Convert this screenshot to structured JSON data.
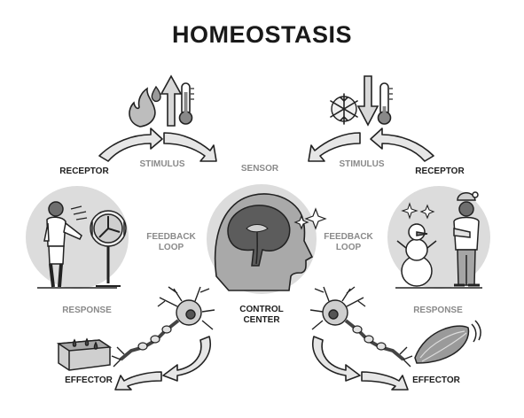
{
  "title": "HOMEOSTASIS",
  "left": {
    "receptor": "RECEPTOR",
    "stimulus": "STIMULUS",
    "feedback_loop": "FEEDBACK\nLOOP",
    "response": "RESPONSE",
    "effector": "EFFECTOR"
  },
  "center": {
    "sensor": "SENSOR",
    "control_center": "CONTROL\nCENTER"
  },
  "right": {
    "receptor": "RECEPTOR",
    "stimulus": "STIMULUS",
    "feedback_loop": "FEEDBACK\nLOOP",
    "response": "RESPONSE",
    "effector": "EFFECTOR"
  },
  "colors": {
    "circle_fill": "#dcdcdc",
    "dark_label": "#1d1d1d",
    "grey_label": "#8a8a8a",
    "arrow_fill": "#e6e6e6",
    "outline": "#222222"
  }
}
